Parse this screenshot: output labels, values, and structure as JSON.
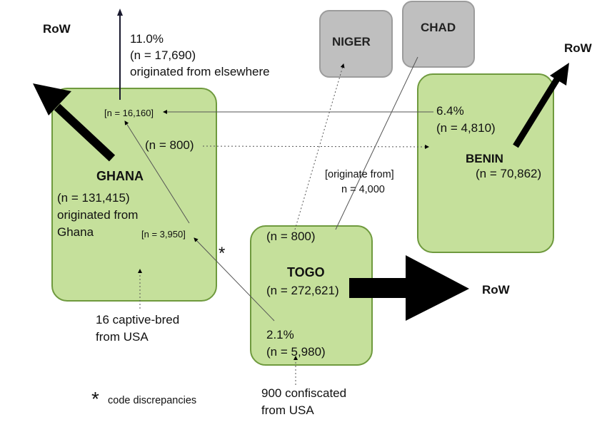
{
  "nodes": {
    "ghana": {
      "name": "GHANA",
      "count": "(n = 131,415)",
      "origin_line1": "originated from",
      "origin_line2": "Ghana",
      "import_label": "[n = 16,160]",
      "togo_import_label": "[n = 3,950]",
      "export_to_benin": "(n = 800)"
    },
    "togo": {
      "name": "TOGO",
      "count": "(n = 272,621)",
      "to_chad_label": "(n = 800)",
      "pct": "2.1%",
      "pct_count": "(n = 5,980)"
    },
    "benin": {
      "name": "BENIN",
      "count": "(n = 70,862)",
      "pct": "6.4%",
      "pct_count": "(n = 4,810)"
    },
    "niger": {
      "name": "NIGER"
    },
    "chad": {
      "name": "CHAD"
    }
  },
  "row_labels": {
    "ghana": "RoW",
    "benin": "RoW",
    "togo": "RoW"
  },
  "elsewhere": {
    "pct": "11.0%",
    "count": "(n = 17,690)",
    "text": "originated from elsewhere"
  },
  "chad_origin": {
    "line1": "[originate from]",
    "line2": "n = 4,000"
  },
  "captive": {
    "line1": "16 captive-bred",
    "line2": "from USA"
  },
  "confiscated": {
    "line1": "900 confiscated",
    "line2": "from USA"
  },
  "asterisk": "*",
  "footnote": {
    "symbol": "*",
    "text": "code discrepancies"
  },
  "colors": {
    "country_fill": "#c5e09b",
    "country_border": "#6f9a3e",
    "neighbor_fill": "#bfbfbf",
    "arrow": "#000000"
  }
}
